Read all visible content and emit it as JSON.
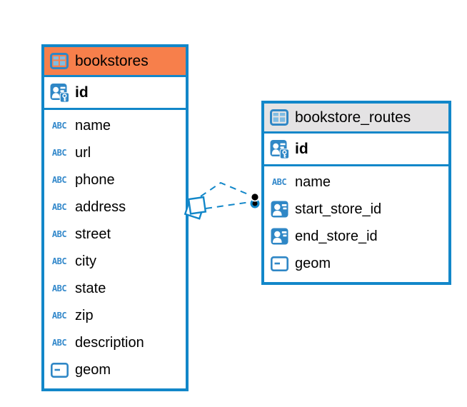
{
  "diagram": {
    "background": "#ffffff"
  },
  "colors": {
    "table_border": "#1287C9",
    "bookstores_header": "#F77F4B",
    "bookstore_routes_header": "#E4E3E4",
    "icon_blue": "#2F87C6",
    "icon_cell_blue": "#7FBCE3",
    "connector_blue": "#1287C9",
    "text": "#000000"
  },
  "icons": {
    "text_type_label": "ABC"
  },
  "tables": {
    "bookstores": {
      "title": "bookstores",
      "primary_key": {
        "label": "id",
        "icon": "person-key-icon"
      },
      "fields": [
        {
          "label": "name",
          "icon": "text-type-icon"
        },
        {
          "label": "url",
          "icon": "text-type-icon"
        },
        {
          "label": "phone",
          "icon": "text-type-icon"
        },
        {
          "label": "address",
          "icon": "text-type-icon"
        },
        {
          "label": "street",
          "icon": "text-type-icon"
        },
        {
          "label": "city",
          "icon": "text-type-icon"
        },
        {
          "label": "state",
          "icon": "text-type-icon"
        },
        {
          "label": "zip",
          "icon": "text-type-icon"
        },
        {
          "label": "description",
          "icon": "text-type-icon"
        },
        {
          "label": "geom",
          "icon": "geometry-type-icon"
        }
      ]
    },
    "bookstore_routes": {
      "title": "bookstore_routes",
      "primary_key": {
        "label": "id",
        "icon": "person-key-icon"
      },
      "fields": [
        {
          "label": "name",
          "icon": "text-type-icon"
        },
        {
          "label": "start_store_id",
          "icon": "foreign-key-icon"
        },
        {
          "label": "end_store_id",
          "icon": "foreign-key-icon"
        },
        {
          "label": "geom",
          "icon": "geometry-type-icon"
        }
      ]
    }
  },
  "relationships": [
    {
      "from_table": "bookstores",
      "to_table": "bookstore_routes",
      "line_style": "dashed",
      "line_count": 2
    }
  ]
}
